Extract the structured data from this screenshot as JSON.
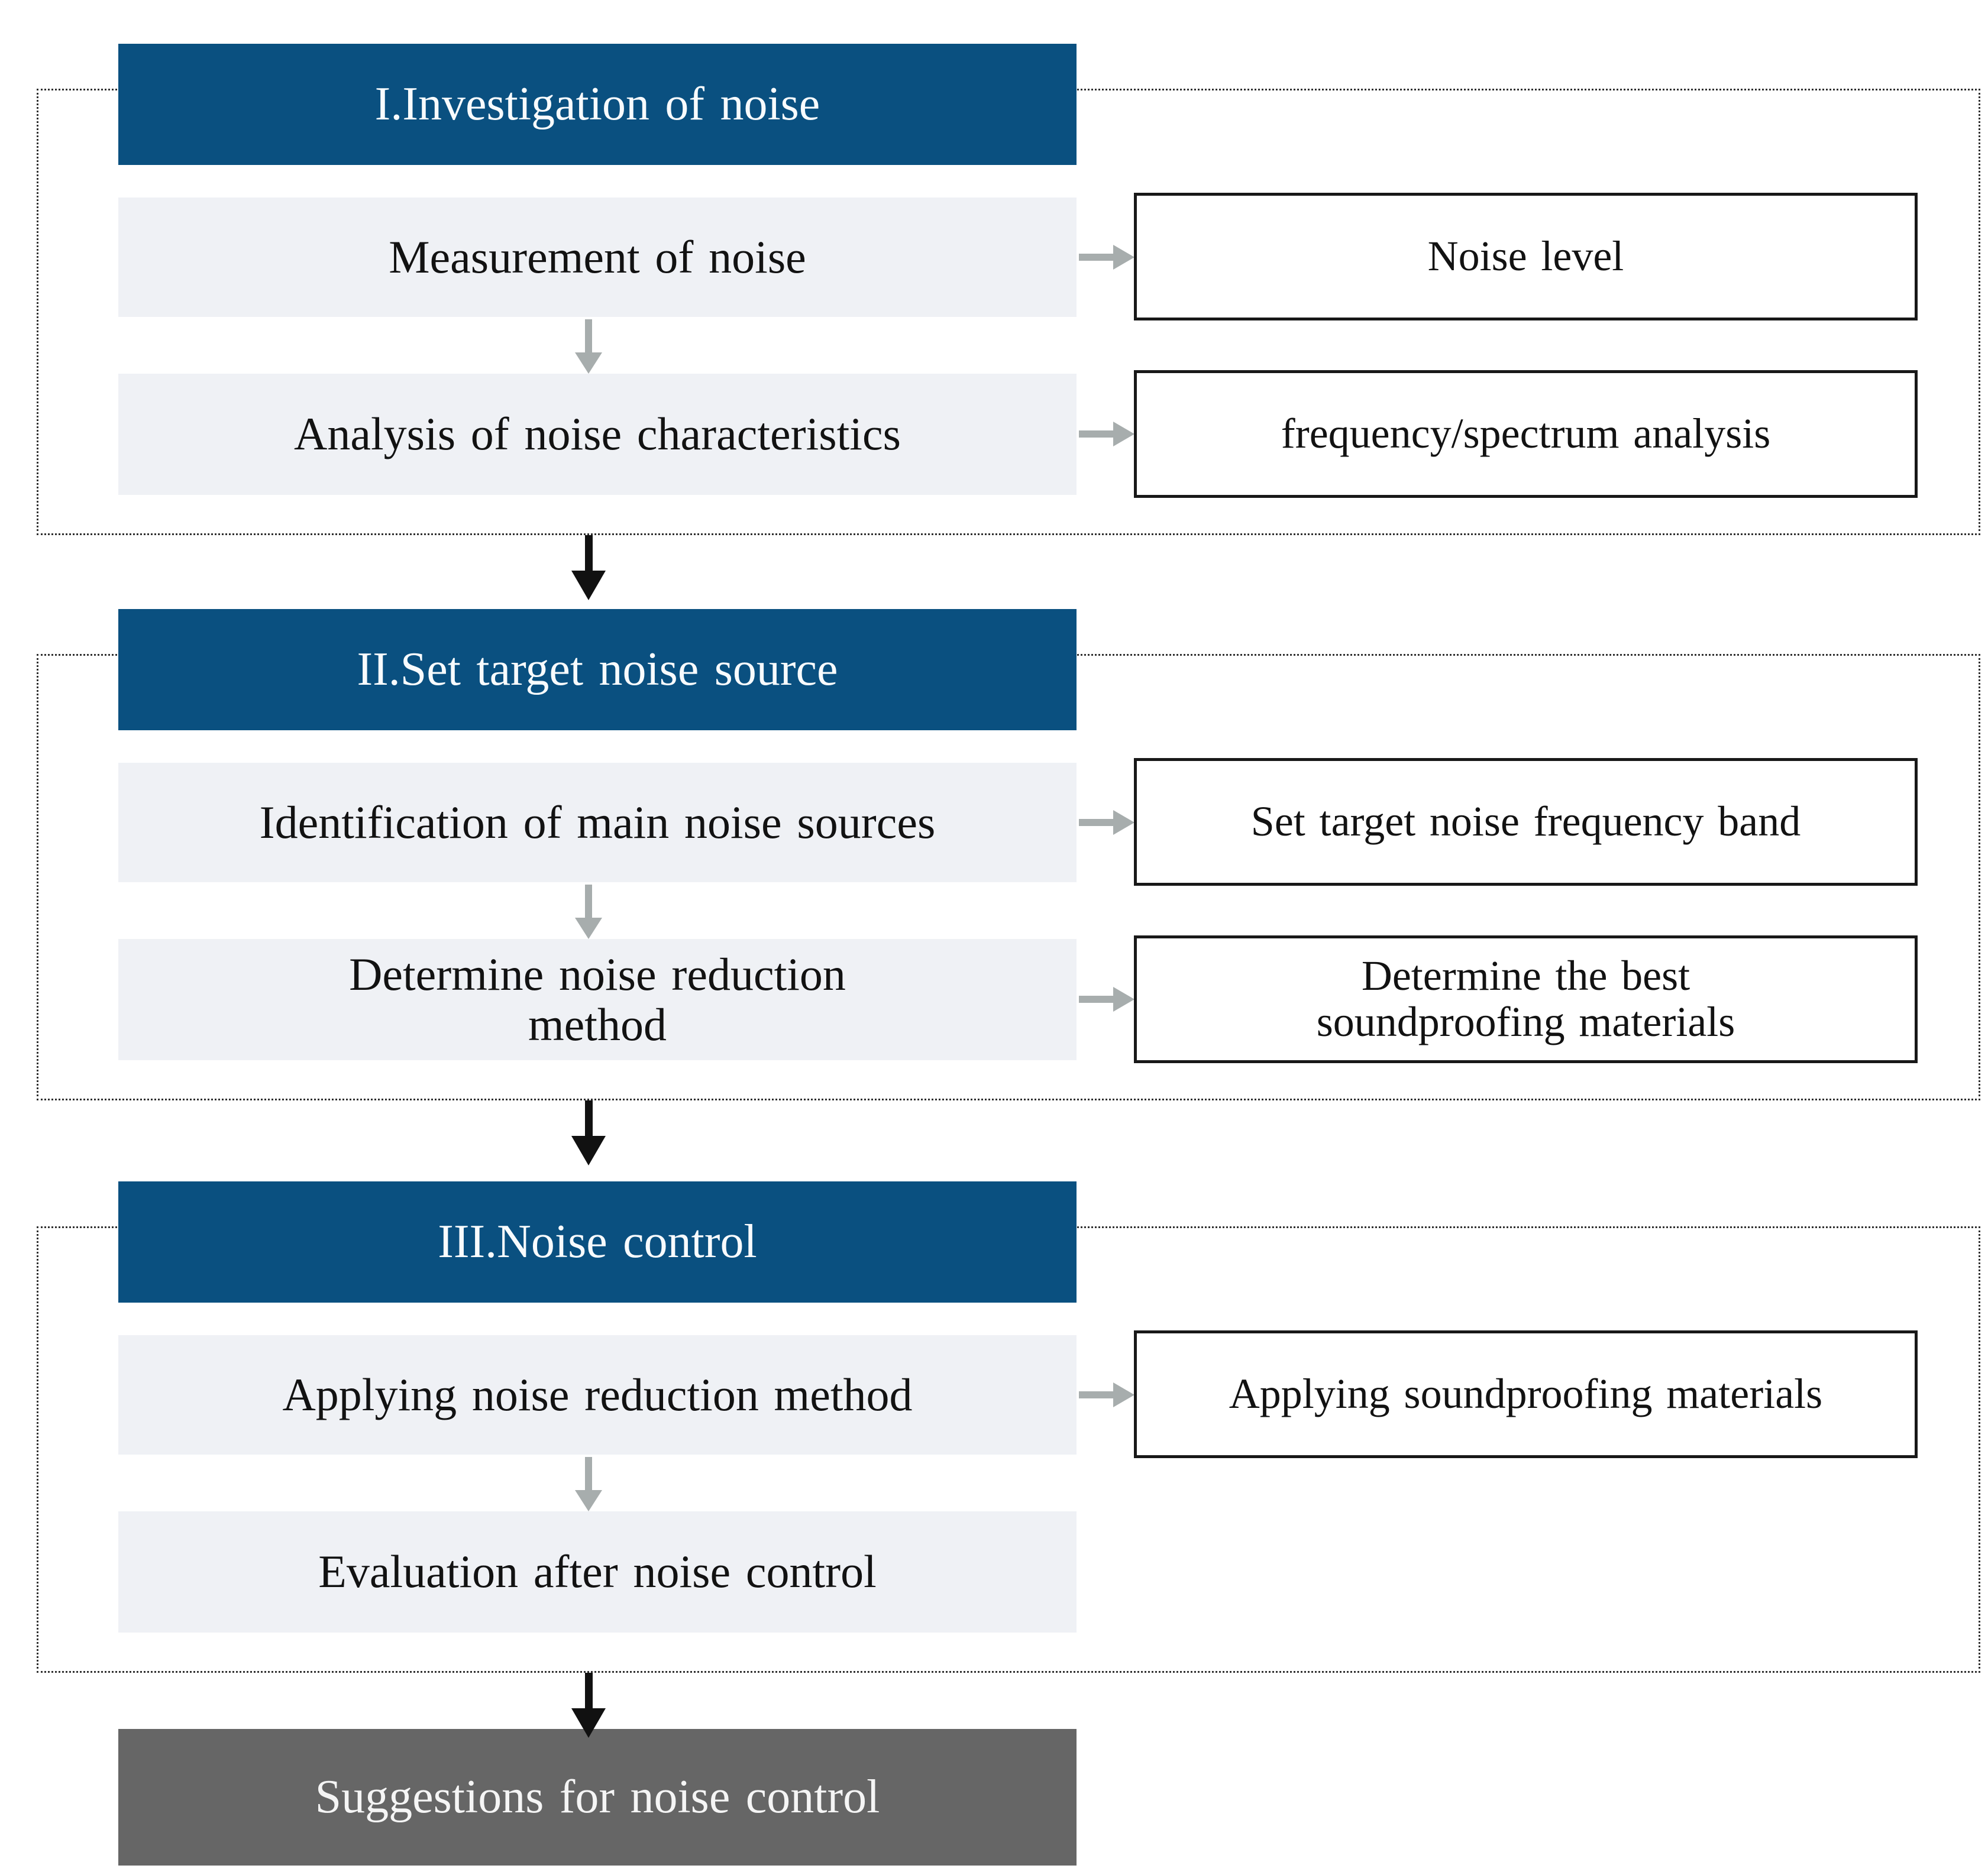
{
  "colors": {
    "header_blue": "#0a5080",
    "step_row_gray": "#eff1f5",
    "result_box_border": "#181818",
    "footer_gray": "#666666",
    "arrow_gray": "#a7adad",
    "arrow_black": "#111111",
    "dotted_frame": "#2f2f2f",
    "text_dark": "#121212",
    "text_light": "#f8fbfd"
  },
  "sections": [
    {
      "title": "I.Investigation of noise",
      "steps": [
        {
          "label": "Measurement of noise",
          "result": "Noise level"
        },
        {
          "label": "Analysis of noise characteristics",
          "result": "frequency/spectrum analysis"
        }
      ]
    },
    {
      "title": "II.Set target noise source",
      "steps": [
        {
          "label": "Identification of main noise sources",
          "result": "Set target noise frequency band"
        },
        {
          "label": "Determine noise reduction\nmethod",
          "result": "Determine the best\nsoundproofing materials"
        }
      ]
    },
    {
      "title": "III.Noise control",
      "steps": [
        {
          "label": "Applying noise reduction method",
          "result": "Applying soundproofing materials"
        },
        {
          "label": "Evaluation after noise control"
        }
      ]
    }
  ],
  "footer": {
    "label": "Suggestions for noise control"
  }
}
